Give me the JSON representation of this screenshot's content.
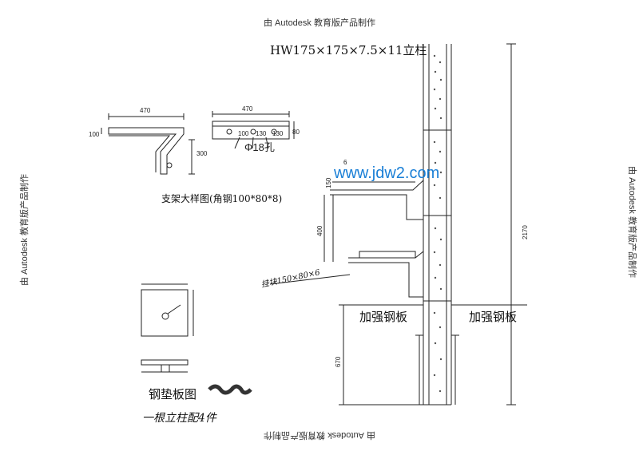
{
  "watermark": "由 Autodesk 教育版产品制作",
  "column_title": "HW175×175×7.5×11立柱",
  "bracket": {
    "caption": "支架大样图(角钢100*80*8)",
    "dim_len_1": "470",
    "dim_len_2": "470",
    "dim_side_1": "100",
    "dim_side_2": "300",
    "dim_side_3": "80",
    "hole_spacing": [
      "100",
      "130",
      "130"
    ],
    "hole_label": "Φ18孔"
  },
  "plate": {
    "caption": "钢垫板图",
    "note": "一根立柱配4件"
  },
  "section": {
    "dim_height": "2170",
    "dim_lower": "670",
    "dim_upper": "400",
    "dim_small_1": "6",
    "dim_small_2": "150",
    "reinforce_left": "加强钢板",
    "reinforce_right": "加强钢板",
    "clamp_note": "挂块150×80×6"
  },
  "site_mark": "www.jdw2.com"
}
